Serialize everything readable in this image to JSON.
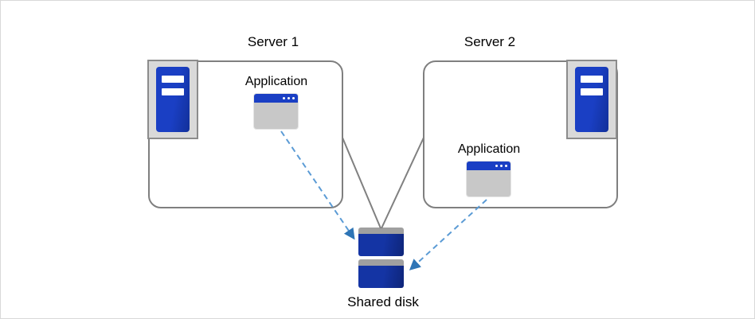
{
  "servers": [
    {
      "label": "Server 1",
      "application_label": "Application"
    },
    {
      "label": "Server 2",
      "application_label": "Application"
    }
  ],
  "shared_disk": {
    "label": "Shared disk"
  },
  "icons": {
    "server_tower": "server-tower-icon",
    "application_window": "app-window-icon",
    "shared_disk": "disk-stack-icon"
  },
  "colors": {
    "box-border": "#7f7f7f",
    "line-gray": "#808080",
    "server-blue": "#1a3fc4",
    "disk-blue": "#1434a4",
    "disk-top-gray": "#a0a0a0",
    "icon-gray": "#d9d9d9",
    "icon-border": "#8c8c8c",
    "app-body-gray": "#c8c8c8",
    "arrow-blue": "#5b9bd5",
    "arrowhead-blue": "#2e75b6",
    "label-color": "#000000"
  }
}
